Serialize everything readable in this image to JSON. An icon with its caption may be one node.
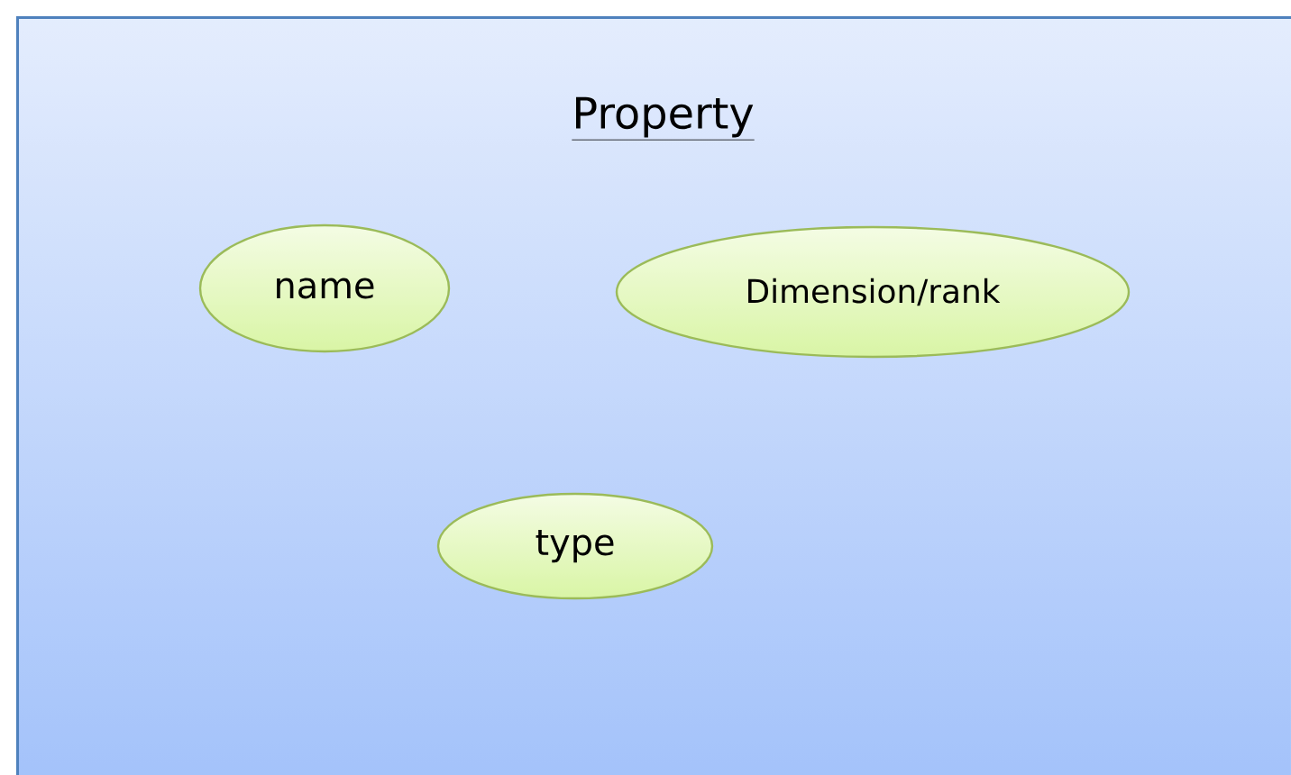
{
  "diagram": {
    "nodes": [
      {
        "text": [
          "Property"
        ]
      },
      {
        "text": [
          "name"
        ],
        "in": 0
      },
      {
        "text": [
          "Dimension/rank"
        ],
        "in": 0
      },
      {
        "text": [
          "type"
        ],
        "in": 0
      }
    ]
  }
}
